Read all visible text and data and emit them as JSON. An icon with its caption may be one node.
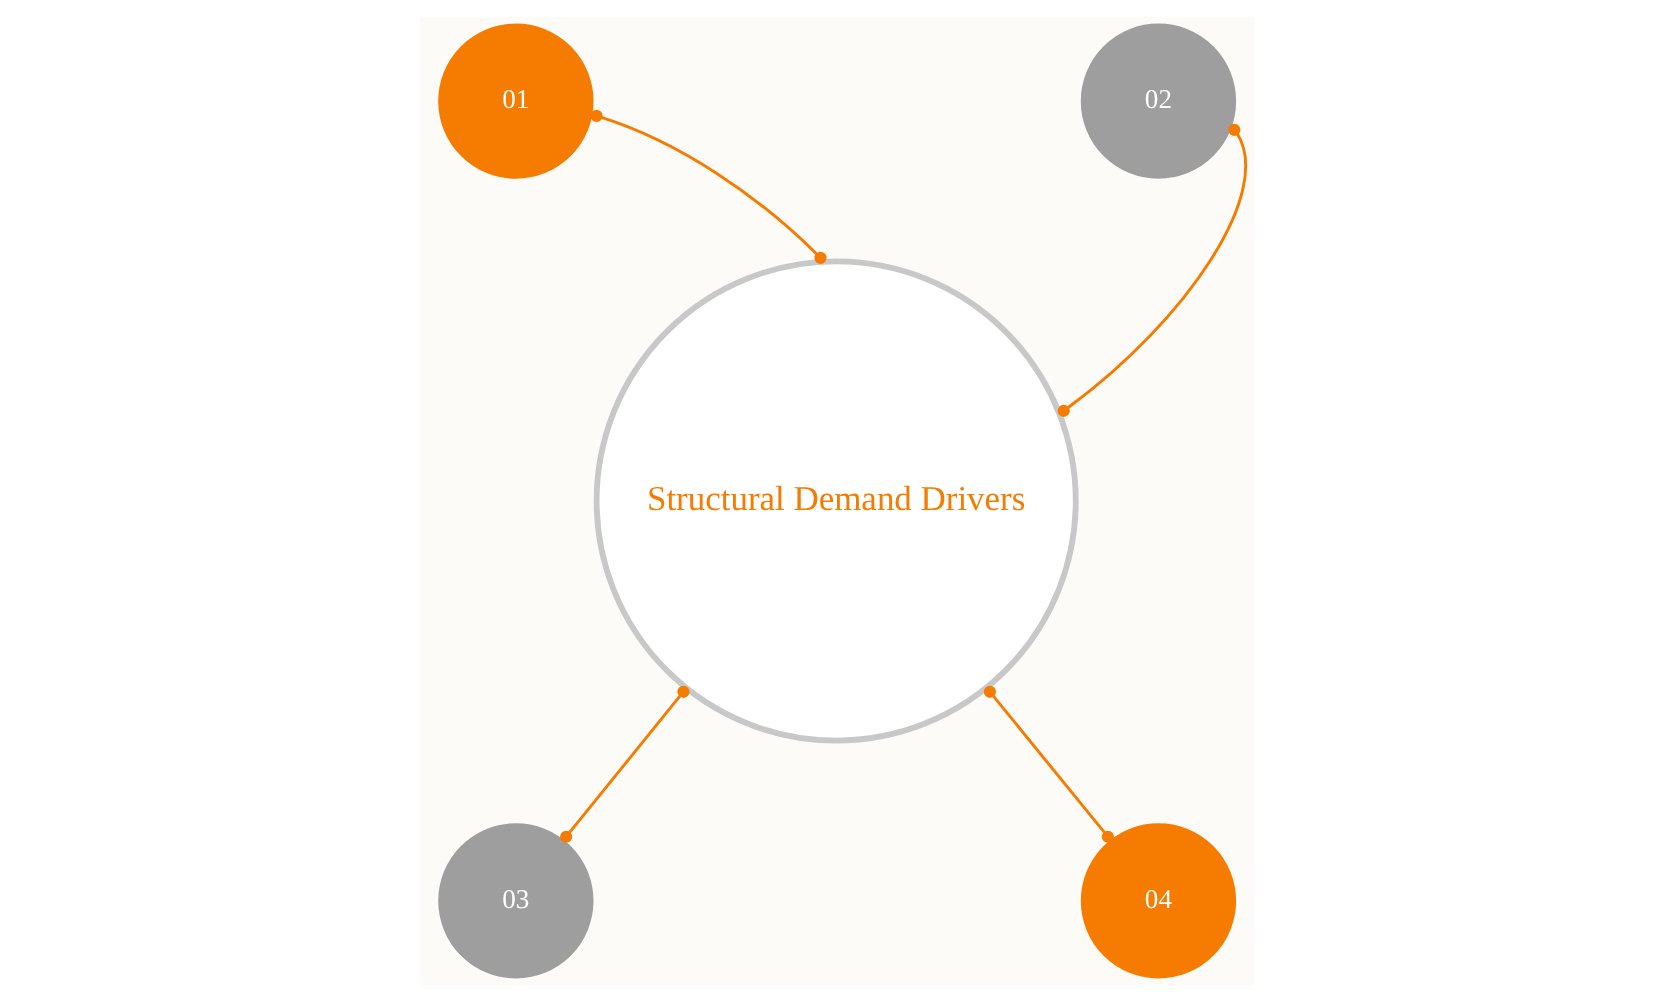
{
  "diagram": {
    "nodes": [
      {
        "text": [
          "Structural Demand Drivers"
        ]
      },
      {
        "text": [
          "01"
        ]
      },
      {
        "text": [
          "02"
        ]
      },
      {
        "text": [
          "03"
        ]
      },
      {
        "text": [
          "04"
        ]
      }
    ],
    "edges": [
      {
        "from": 0,
        "to": 1,
        "arrow": "other"
      },
      {
        "from": 0,
        "to": 2,
        "arrow": "other"
      },
      {
        "from": 0,
        "to": 3,
        "arrow": "other"
      },
      {
        "from": 0,
        "to": 4,
        "arrow": "other"
      }
    ]
  }
}
